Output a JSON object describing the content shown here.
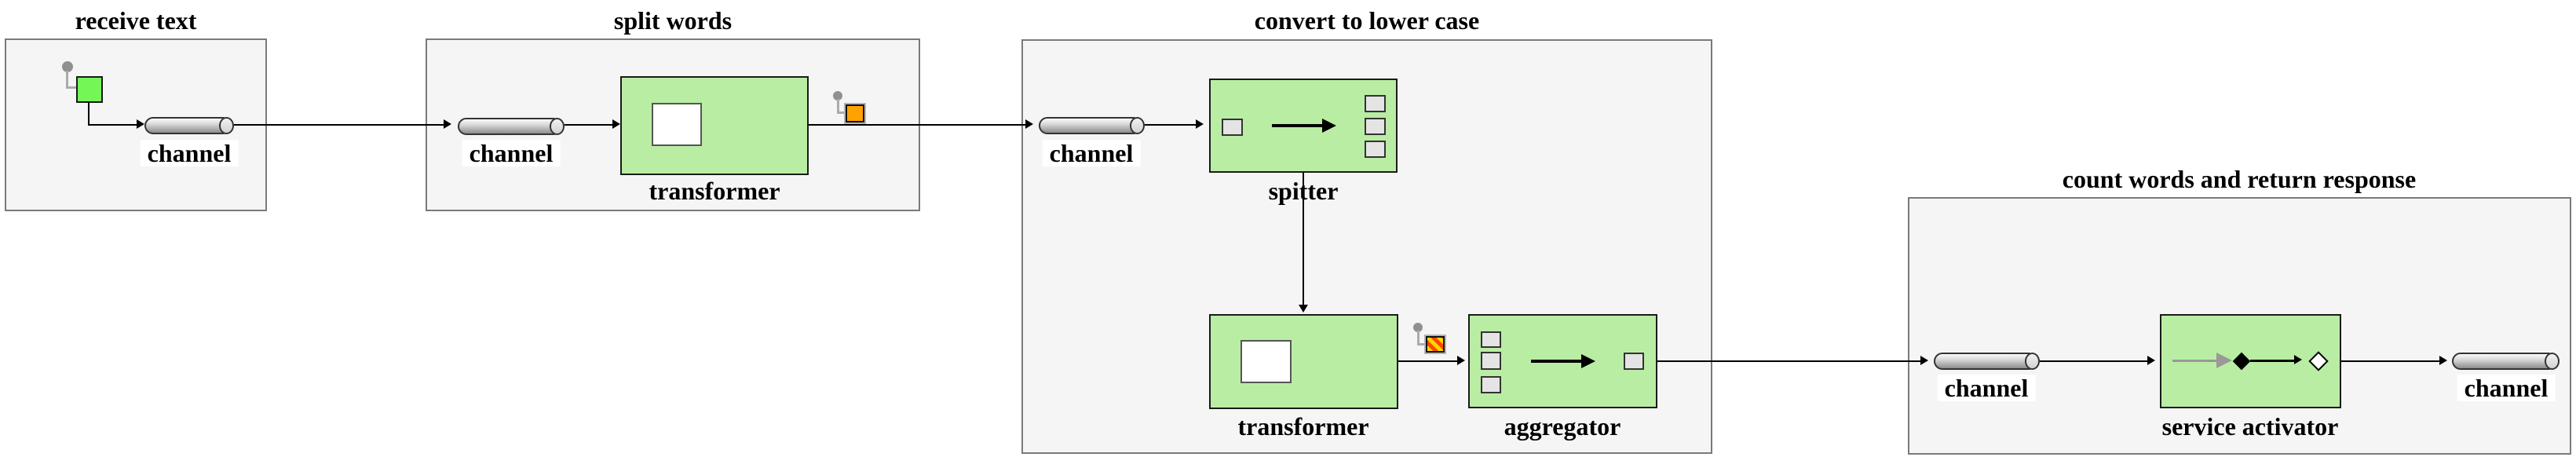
{
  "diagram": {
    "kind": "integration-flow-diagram",
    "groups": [
      {
        "id": "receive-text",
        "title": "receive text"
      },
      {
        "id": "split-words",
        "title": "split words"
      },
      {
        "id": "convert-to-lower-case",
        "title": "convert to lower case"
      },
      {
        "id": "count-words-and-return-response",
        "title": "count words and return response"
      }
    ],
    "nodes": {
      "channel1": {
        "label": "channel"
      },
      "channel2": {
        "label": "channel"
      },
      "transformer1": {
        "label": "transformer"
      },
      "channel3": {
        "label": "channel"
      },
      "splitter": {
        "label": "spitter"
      },
      "transformer2": {
        "label": "transformer"
      },
      "aggregator": {
        "label": "aggregator"
      },
      "channel4": {
        "label": "channel"
      },
      "service_activator": {
        "label": "service activator"
      },
      "channel5": {
        "label": "channel"
      }
    },
    "icons": [
      "gateway-pin-icon",
      "gateway-square-icon",
      "poller-pin-icon",
      "poller-square-icon",
      "striped-poller-pin-icon",
      "striped-poller-square-icon",
      "channel-cylinder-icon",
      "splitter-icon",
      "aggregator-icon",
      "transformer-icon",
      "service-activator-icon"
    ],
    "colors": {
      "background": "#ffffff",
      "group_fill": "#f5f5f5",
      "group_border": "#7a7a7a",
      "node_green": "#b9eda3",
      "node_border": "#1a1a1a",
      "gateway_green": "#74f656",
      "poller_orange": "#ffa200",
      "stripe_yellow": "#ffd800",
      "stripe_red": "#ff4500",
      "pin_gray": "#909090",
      "connector": "#000000"
    }
  }
}
